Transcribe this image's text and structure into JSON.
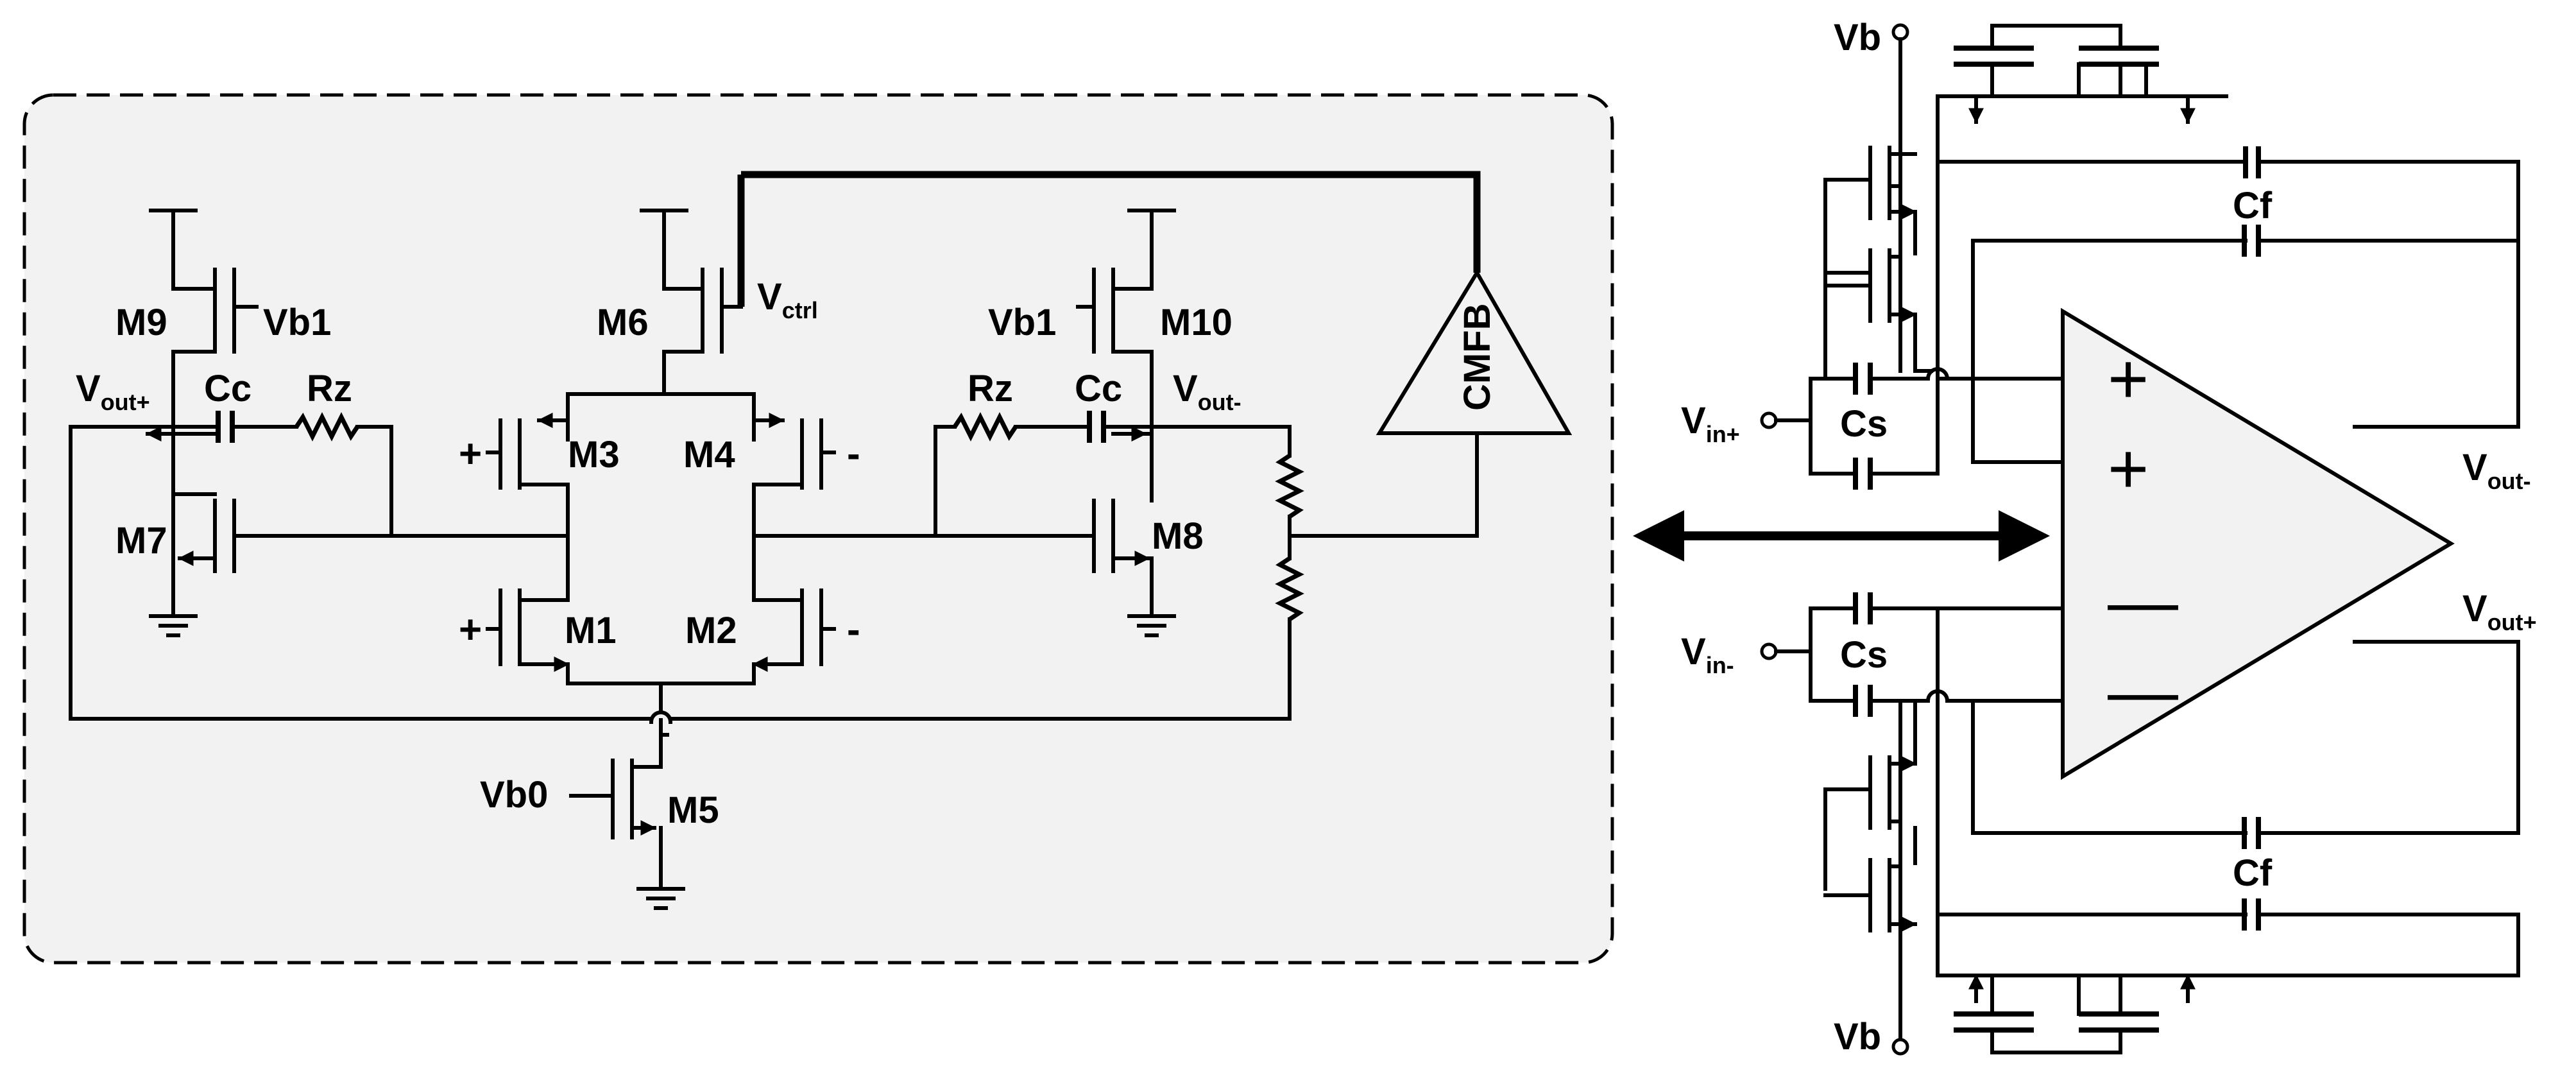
{
  "left_panel": {
    "transistors": [
      "M9",
      "M7",
      "M6",
      "M3",
      "M4",
      "M1",
      "M2",
      "M5",
      "M10",
      "M8"
    ],
    "bias": {
      "vb1_left": "Vb1",
      "vb1_right": "Vb1",
      "vb0": "Vb0"
    },
    "vctrl": {
      "main": "V",
      "sub": "ctrl"
    },
    "vout_plus": {
      "main": "V",
      "sub": "out+"
    },
    "vout_minus": {
      "main": "V",
      "sub": "out-"
    },
    "cc_left": "Cc",
    "rz_left": "Rz",
    "rz_right": "Rz",
    "cc_right": "Cc",
    "cmfb": "CMFB",
    "sign_m3": "+",
    "sign_m4": "-",
    "sign_m1": "+",
    "sign_m2": "-"
  },
  "right_panel": {
    "vb_top": "Vb",
    "vb_bottom": "Vb",
    "vin_plus": {
      "main": "V",
      "sub": "in+"
    },
    "vin_minus": {
      "main": "V",
      "sub": "in-"
    },
    "cs_top": "Cs",
    "cs_bottom": "Cs",
    "cf_top": "Cf",
    "cf_bottom": "Cf",
    "vout_minus": {
      "main": "V",
      "sub": "out-"
    },
    "vout_plus": {
      "main": "V",
      "sub": "out+"
    }
  },
  "colors": {
    "panel_fill": "#f2f2f2",
    "line": "#000000"
  }
}
